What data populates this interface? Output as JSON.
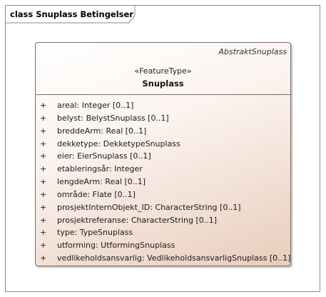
{
  "frame": {
    "title": "class Snuplass Betingelser"
  },
  "class": {
    "parent": "AbstraktSnuplass",
    "stereotype": "«FeatureType»",
    "name": "Snuplass",
    "attributes": [
      {
        "visibility": "+",
        "text": "areal: Integer [0..1]"
      },
      {
        "visibility": "+",
        "text": "belyst: BelystSnuplass [0..1]"
      },
      {
        "visibility": "+",
        "text": "breddeArm: Real [0..1]"
      },
      {
        "visibility": "+",
        "text": "dekketype: DekketypeSnuplass"
      },
      {
        "visibility": "+",
        "text": "eier: EierSnuplass [0..1]"
      },
      {
        "visibility": "+",
        "text": "etableringsår: Integer"
      },
      {
        "visibility": "+",
        "text": "lengdeArm: Real [0..1]"
      },
      {
        "visibility": "+",
        "text": "område: Flate [0..1]"
      },
      {
        "visibility": "+",
        "text": "prosjektInternObjekt_ID: CharacterString [0..1]"
      },
      {
        "visibility": "+",
        "text": "prosjektreferanse: CharacterString [0..1]"
      },
      {
        "visibility": "+",
        "text": "type: TypeSnuplass"
      },
      {
        "visibility": "+",
        "text": "utforming: UtformingSnuplass"
      },
      {
        "visibility": "+",
        "text": "vedlikeholdsansvarlig: VedlikeholdsansvarligSnuplass [0..1]"
      }
    ]
  },
  "colors": {
    "frame_border": "#8a8a8a",
    "class_border": "#7a6a62",
    "class_fill_light": "#ffffff",
    "class_fill_dark": "#e9cdbb"
  }
}
